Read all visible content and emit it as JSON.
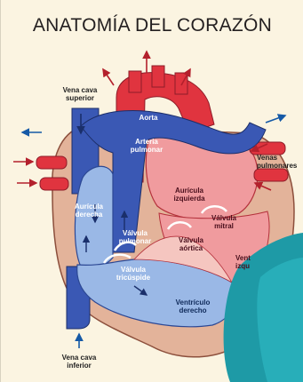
{
  "title": "ANATOMÍA DEL CORAZÓN",
  "labels": {
    "vena_cava_superior": "Vena cava superior",
    "aorta": "Aorta",
    "arteria_pulmonar": "Arteria pulmonar",
    "venas_pulmonares": "Venas pulmonares",
    "auricula_derecha": "Aurícula derecha",
    "auricula_izquierda": "Aurícula izquierda",
    "valvula_mitral": "Válvula mitral",
    "valvula_pulmonar": "Válvula pulmonar",
    "valvula_aortica": "Válvula aórtica",
    "ventriculo_izquierdo_partial": "Vent izqu",
    "valvula_tricuspide": "Válvula tricúspide",
    "ventriculo_derecho": "Ventrículo derecho",
    "vena_cava_inferior": "Vena cava inferior"
  },
  "colors": {
    "background": "#fbf4e1",
    "oxygenated_red": "#e0343f",
    "deoxygenated_blue": "#3a58b4",
    "pericardium_tan": "#e3b39a",
    "arrow_red": "#b3202c",
    "arrow_blue": "#1559a6",
    "overlay_teal": "#1e9aa6"
  }
}
